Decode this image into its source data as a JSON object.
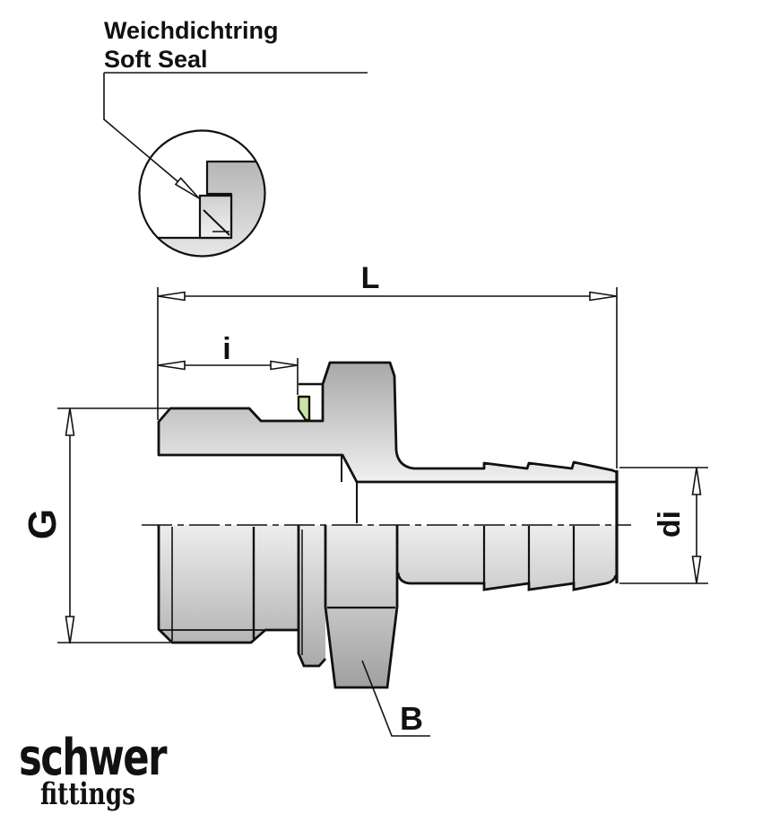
{
  "title_callout": {
    "line1": "Weichdichtring",
    "line2": "Soft Seal"
  },
  "labels": {
    "overall_length": "L",
    "insertion_depth": "i",
    "thread_size": "G",
    "inner_diameter": "di",
    "wrench_size": "B"
  },
  "logo": {
    "brand": "schwer",
    "sub": "fittings"
  },
  "colors": {
    "seal_green": "#cbe3a6",
    "logo_gray": "#a89e95",
    "line": "#111111"
  }
}
